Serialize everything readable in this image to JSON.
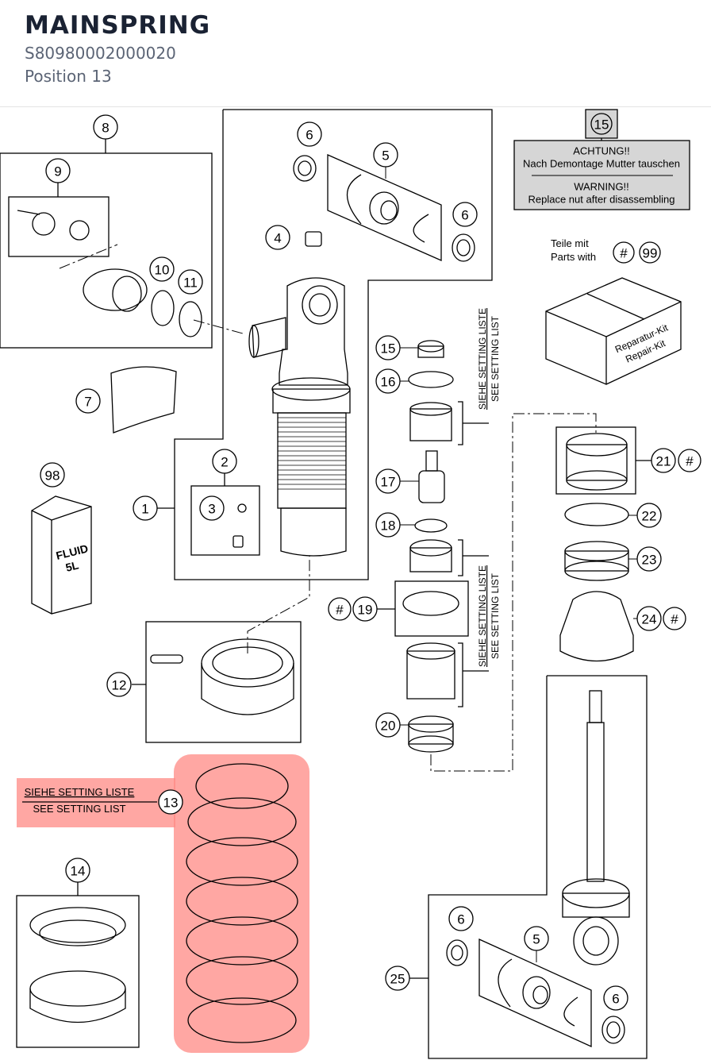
{
  "header": {
    "title": "MAINSPRING",
    "part_number": "S80980002000020",
    "position": "Position 13"
  },
  "colors": {
    "title": "#1a2233",
    "subtitle": "#5b6475",
    "highlight": "#ff8a84",
    "warning_box": "#d6d6d6"
  },
  "warning": {
    "badge": "15",
    "de_title": "ACHTUNG!!",
    "de_text": "Nach Demontage Mutter tauschen",
    "en_title": "WARNING!!",
    "en_text": "Replace nut after disassembling"
  },
  "repair_kit": {
    "label_de": "Teile mit",
    "label_en": "Parts with",
    "hash": "#",
    "number": "99",
    "box_line1": "Reparatur-Kit",
    "box_line2": "Repair-Kit"
  },
  "setting_list": {
    "de": "SIEHE SETTING LISTE",
    "en": "SEE SETTING LIST"
  },
  "fluid": {
    "line1": "FLUID",
    "line2": "5L"
  },
  "hash_symbol": "#",
  "callouts": {
    "c1": "1",
    "c2": "2",
    "c3": "3",
    "c4": "4",
    "c5a": "5",
    "c5b": "5",
    "c6a": "6",
    "c6b": "6",
    "c6c": "6",
    "c6d": "6",
    "c7": "7",
    "c8": "8",
    "c9": "9",
    "c10": "10",
    "c11": "11",
    "c12": "12",
    "c13": "13",
    "c14": "14",
    "c15": "15",
    "c16": "16",
    "c17": "17",
    "c18": "18",
    "c19": "19",
    "c20": "20",
    "c21": "21",
    "c22": "22",
    "c23": "23",
    "c24": "24",
    "c25": "25",
    "c98": "98"
  }
}
